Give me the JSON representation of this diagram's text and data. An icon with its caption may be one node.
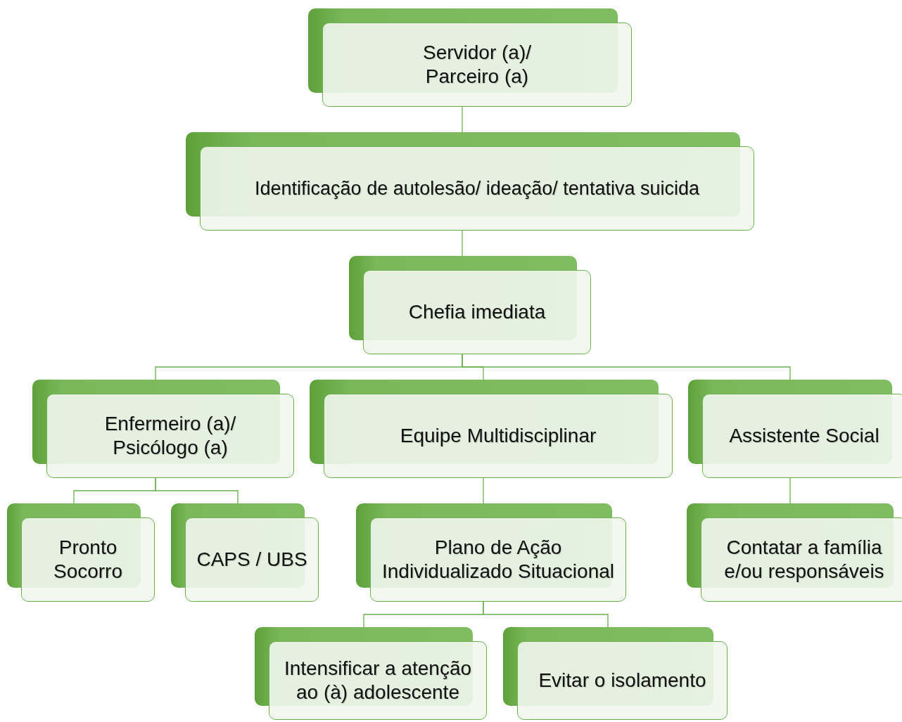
{
  "diagram": {
    "nodes": [
      {
        "text": [
          "Servidor (a)/ Parceiro (a)"
        ]
      },
      {
        "text": [
          "Identificação de autolesão/ ideação/  tentativa suicida"
        ]
      },
      {
        "text": [
          "Chefia imediata"
        ]
      },
      {
        "text": [
          "Enfermeiro (a)/ Psicólogo (a)"
        ]
      },
      {
        "text": [
          "Equipe Multidisciplinar"
        ]
      },
      {
        "text": [
          "Assistente Social"
        ]
      },
      {
        "text": [
          "Pronto Socorro"
        ]
      },
      {
        "text": [
          "CAPS / UBS"
        ]
      },
      {
        "text": [
          "Plano de Ação Individualizado Situacional"
        ]
      },
      {
        "text": [
          "Contatar a família e/ou responsáveis"
        ]
      },
      {
        "text": [
          "Intensificar a atenção ao (à) adolescente"
        ]
      },
      {
        "text": [
          "Evitar o isolamento"
        ]
      }
    ],
    "edges": [
      {
        "from": 0,
        "to": 1,
        "arrow": "none"
      },
      {
        "from": 1,
        "to": 2,
        "arrow": "none"
      },
      {
        "from": 2,
        "to": 3,
        "arrow": "none"
      },
      {
        "from": 2,
        "to": 4,
        "arrow": "none"
      },
      {
        "from": 2,
        "to": 5,
        "arrow": "none"
      },
      {
        "from": 3,
        "to": 6,
        "arrow": "none"
      },
      {
        "from": 3,
        "to": 7,
        "arrow": "none"
      },
      {
        "from": 4,
        "to": 8,
        "arrow": "none"
      },
      {
        "from": 5,
        "to": 9,
        "arrow": "none"
      },
      {
        "from": 8,
        "to": 10,
        "arrow": "none"
      },
      {
        "from": 8,
        "to": 11,
        "arrow": "none"
      }
    ]
  }
}
